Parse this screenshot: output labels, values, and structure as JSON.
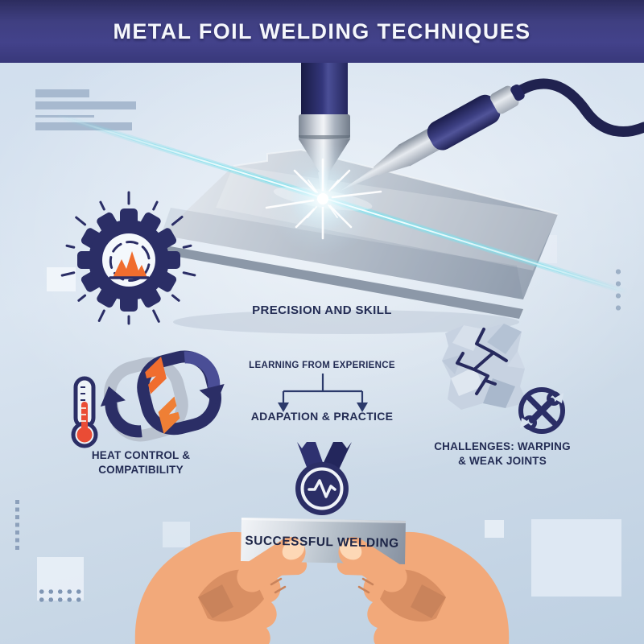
{
  "header": {
    "title": "METAL FOIL WELDING TECHNIQUES"
  },
  "sections": {
    "precision": {
      "label": "PRECISION AND SKILL"
    },
    "learning": {
      "label": "LEARNING FROM EXPERIENCE"
    },
    "adaptation": {
      "label": "ADAPATION & PRACTICE"
    },
    "heat": {
      "line1": "HEAT CONTROL &",
      "line2": "COMPATIBILITY"
    },
    "challenges": {
      "line1": "CHALLENGES: WARPING",
      "line2": "& WEAK JOINTS"
    },
    "success": {
      "label": "SUCCESSFUL WELDING"
    }
  },
  "icons": {
    "gear": "gear-performance-chart-icon",
    "thermometer": "thermometer-icon",
    "cycle": "compatibility-cycle-icon",
    "foil": "crumpled-foil-crack-icon",
    "no_tools": "crossed-out-wrench-icon",
    "medal": "success-medal-icon",
    "torch": "laser-welder-icon",
    "pen": "welding-pen-icon",
    "hands": "hands-holding-foil-strip"
  },
  "colors": {
    "header_navy": "#3e3e82",
    "icon_navy": "#2b2e66",
    "accent_orange": "#f06d2e",
    "accent_red": "#e84b35",
    "beam_cyan": "#8fe3ef",
    "text_navy": "#232c54",
    "skin": "#f2a97a",
    "metal_silver": "#b7c0cb",
    "background": "#d5e1ee"
  }
}
